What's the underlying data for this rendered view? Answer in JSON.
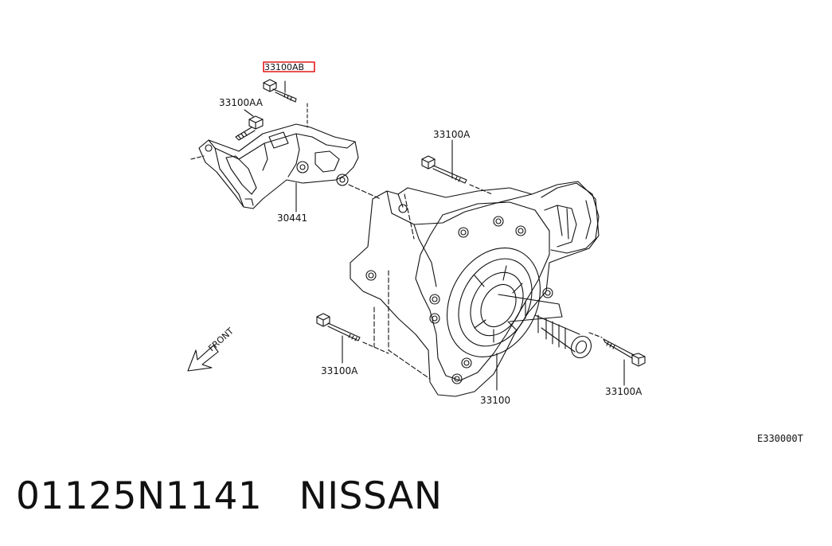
{
  "parts": {
    "highlighted": "33100AB",
    "bracket_bolt": "33100AA",
    "bracket": "30441",
    "upper_bolt": "33100A",
    "lower_left_bolt": "33100A",
    "lower_right_bolt": "33100A",
    "main_assembly": "33100"
  },
  "front_label": "FRONT",
  "diagram_code": "E330000T",
  "footer": {
    "part_number": "01125N1141",
    "brand": "NISSAN"
  },
  "colors": {
    "highlight": "#e01818",
    "line": "#111111"
  }
}
